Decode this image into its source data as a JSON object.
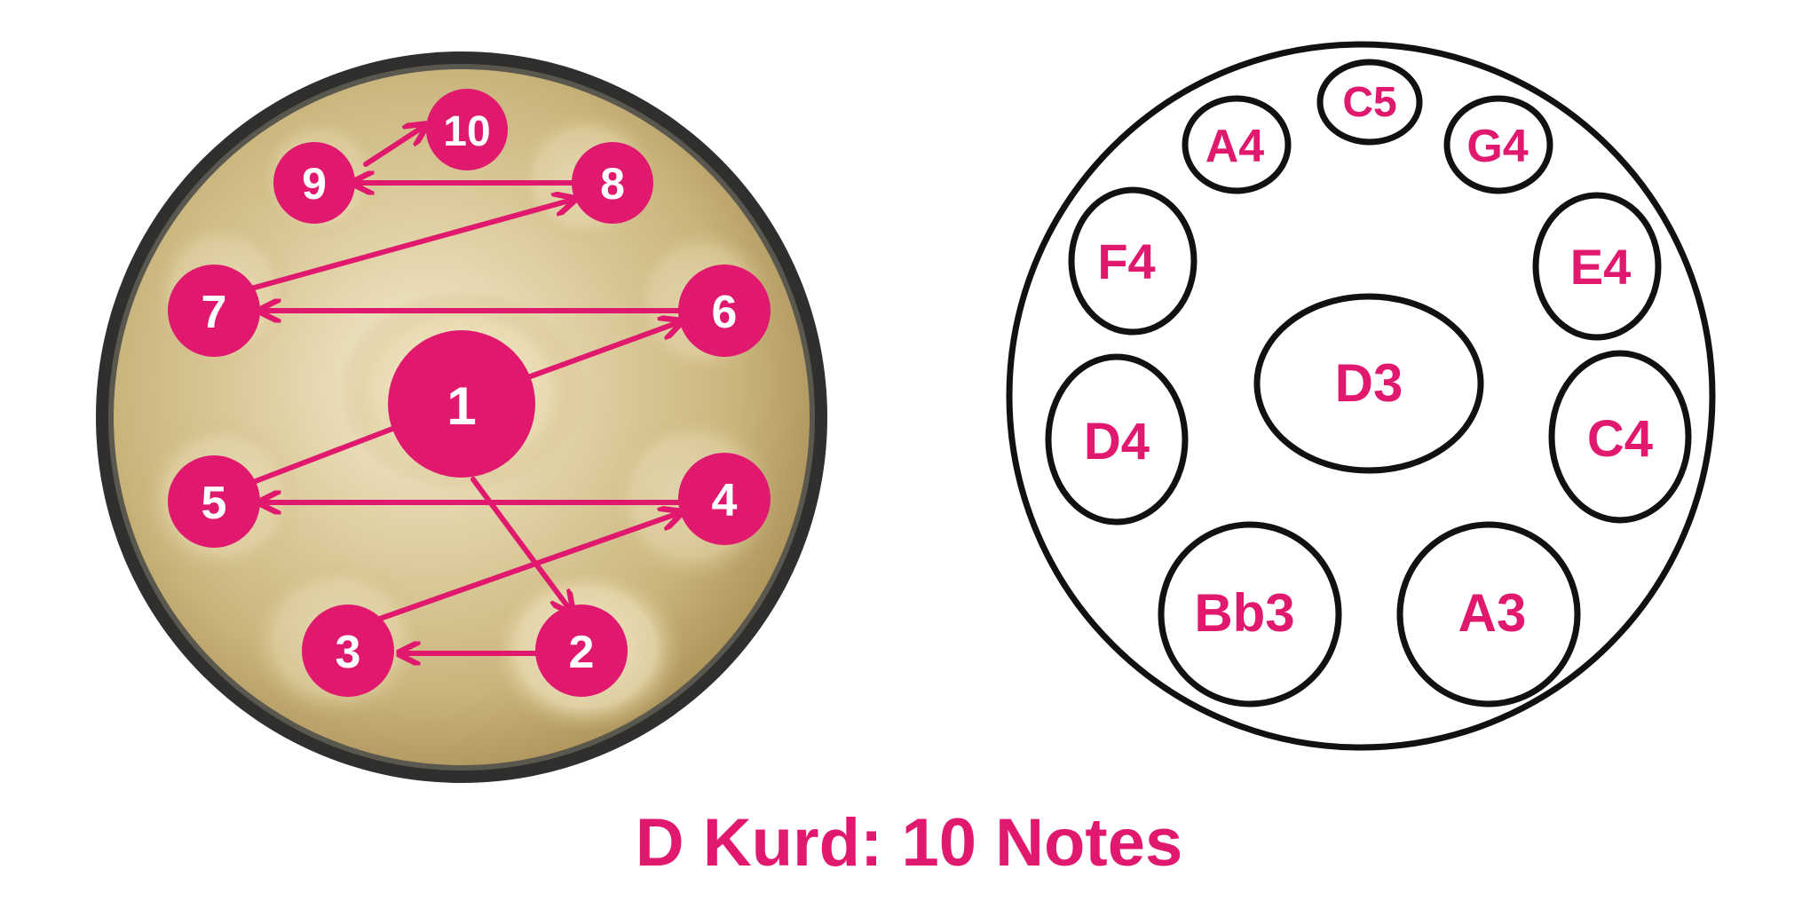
{
  "colors": {
    "accent": "#e0196e",
    "outline": "#111111",
    "pan_metal": "#d8c79a",
    "rim": "#3a3a38"
  },
  "handpan": {
    "play_order_labels": [
      "1",
      "2",
      "3",
      "4",
      "5",
      "6",
      "7",
      "8",
      "9",
      "10"
    ],
    "sequence_arrows": "1→2→3→4→5→6→7→8→9→10"
  },
  "layout_diagram": {
    "ding": "D3",
    "tone_fields": [
      "Bb3",
      "A3",
      "C4",
      "D4",
      "E4",
      "F4",
      "G4",
      "A4",
      "C5"
    ]
  },
  "caption": "D Kurd: 10 Notes"
}
